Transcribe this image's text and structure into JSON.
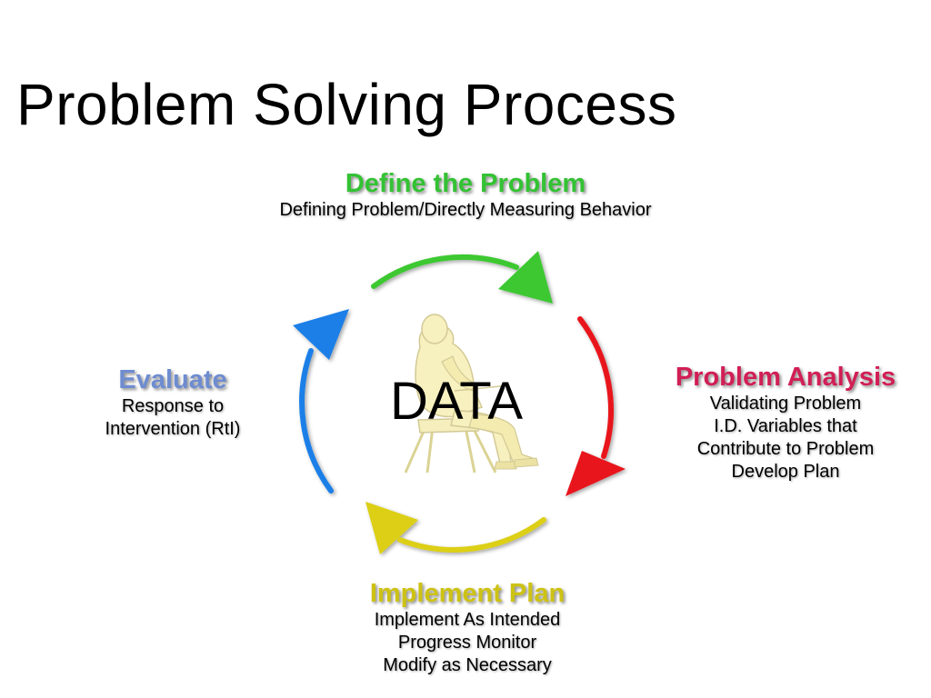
{
  "title": "Problem Solving Process",
  "center": {
    "label": "DATA",
    "figure": "seated-person-writing-figure"
  },
  "stages": {
    "define": {
      "title": "Define the Problem",
      "lines": [
        "Defining Problem/Directly Measuring Behavior"
      ],
      "color": "#33c233"
    },
    "analysis": {
      "title": "Problem Analysis",
      "lines": [
        "Validating Problem",
        "I.D. Variables that",
        "Contribute to Problem",
        "Develop Plan"
      ],
      "color": "#d11f55"
    },
    "implement": {
      "title": "Implement Plan",
      "lines": [
        "Implement As Intended",
        "Progress Monitor",
        "Modify as Necessary"
      ],
      "color": "#cdc214"
    },
    "evaluate": {
      "title": "Evaluate",
      "lines": [
        "Response to",
        "Intervention (RtI)"
      ],
      "color": "#6e8cd0"
    }
  },
  "arrow_colors": {
    "green": "#3ec832",
    "red": "#e8161c",
    "yellow": "#dccf12",
    "blue": "#1a7fe8"
  }
}
